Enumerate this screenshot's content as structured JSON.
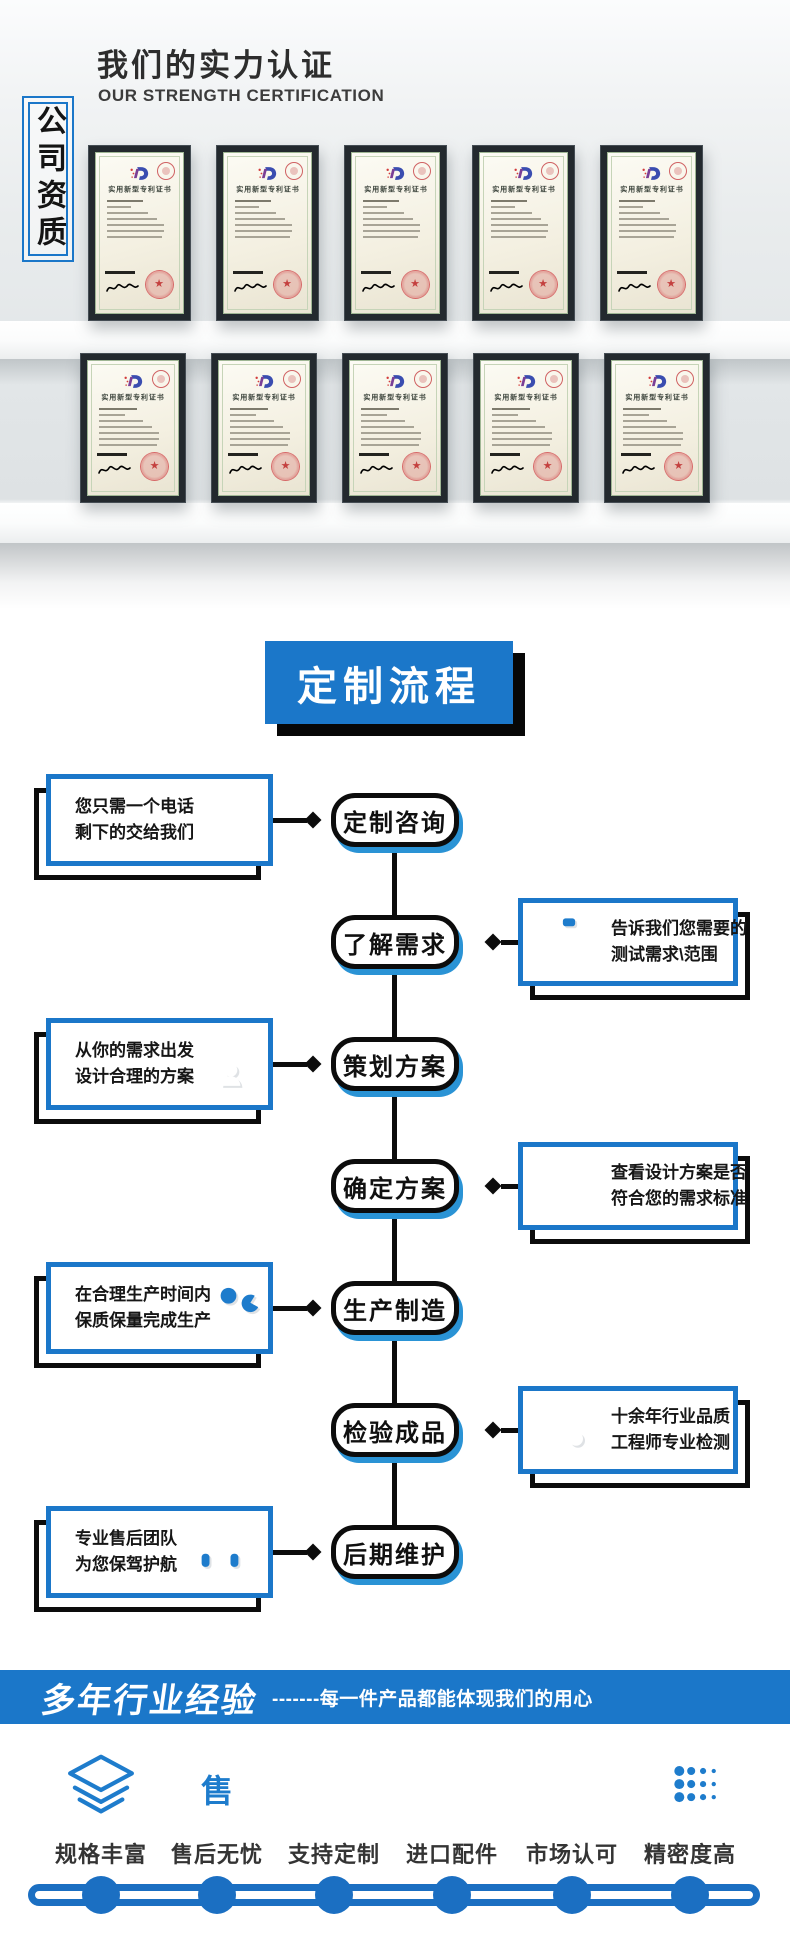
{
  "colors": {
    "brand_blue": "#1b77c9",
    "node_shadow_blue": "#2a93d5",
    "timeline_blue": "#1b6fc2",
    "icon_blue": "#1e7ccc",
    "teal": "#2aa79e"
  },
  "header": {
    "title": "我们的实力认证",
    "subtitle": "OUR STRENGTH CERTIFICATION",
    "side_label": "公司资质"
  },
  "certificates": {
    "title": "实用新型专利证书",
    "rows": 2,
    "per_row": 5
  },
  "process": {
    "banner": "定制流程",
    "steps": [
      {
        "label": "定制咨询",
        "side": "left",
        "icon": "phone-icon",
        "note_lines": [
          "您只需一个电话",
          "剩下的交给我们"
        ]
      },
      {
        "label": "了解需求",
        "side": "right",
        "icon": "clipboard-check-icon",
        "note_lines": [
          "告诉我们您需要的",
          "测试需求\\范围"
        ]
      },
      {
        "label": "策划方案",
        "side": "left",
        "icon": "document-user-icon",
        "note_lines": [
          "从你的需求出发",
          "设计合理的方案"
        ]
      },
      {
        "label": "确定方案",
        "side": "right",
        "icon": "checkbox-icon",
        "note_lines": [
          "查看设计方案是否",
          "符合您的需求标准"
        ]
      },
      {
        "label": "生产制造",
        "side": "left",
        "icon": "robot-arm-icon",
        "note_lines": [
          "在合理生产时间内",
          "保质保量完成生产"
        ]
      },
      {
        "label": "检验成品",
        "side": "right",
        "icon": "document-search-icon",
        "note_lines": [
          "十余年行业品质",
          "工程师专业检测"
        ]
      },
      {
        "label": "后期维护",
        "side": "left",
        "icon": "headset-icon",
        "note_lines": [
          "专业售后团队",
          "为您保驾护航"
        ]
      }
    ]
  },
  "experience": {
    "title": "多年行业经验",
    "subtitle": "-------每一件产品都能体现我们的用心",
    "features": [
      {
        "label": "规格丰富",
        "icon": "layers-icon"
      },
      {
        "label": "售后无忧",
        "icon": "shield-icon",
        "icon_char": "售"
      },
      {
        "label": "支持定制",
        "icon": "tools-icon"
      },
      {
        "label": "进口配件",
        "icon": "plane-icon"
      },
      {
        "label": "市场认可",
        "icon": "store-icon"
      },
      {
        "label": "精密度高",
        "icon": "dot-chart-icon"
      }
    ]
  }
}
